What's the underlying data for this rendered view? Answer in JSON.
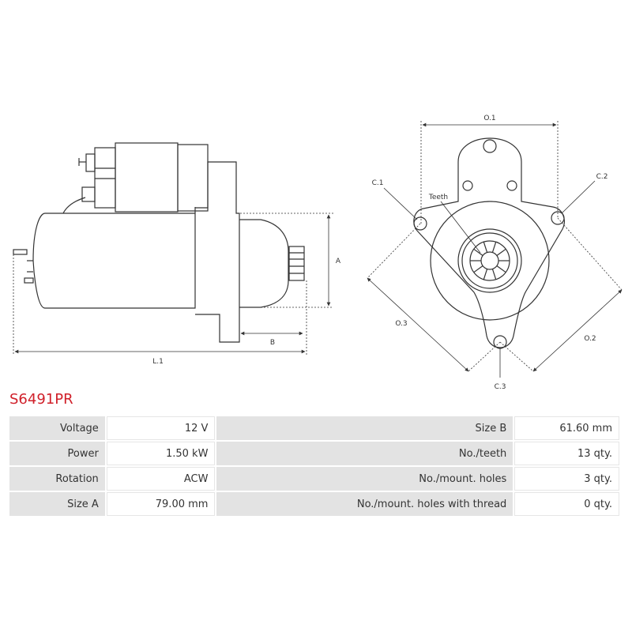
{
  "part_number": "S6491PR",
  "diagram": {
    "dimension_labels": {
      "L1": "L.1",
      "A": "A",
      "B": "B",
      "O1": "O.1",
      "O2": "O.2",
      "O3": "O.3",
      "C1": "C.1",
      "C2": "C.2",
      "C3": "C.3",
      "teeth": "Teeth"
    }
  },
  "specs": [
    {
      "left_label": "Voltage",
      "left_value": "12 V",
      "right_label": "Size B",
      "right_value": "61.60 mm"
    },
    {
      "left_label": "Power",
      "left_value": "1.50 kW",
      "right_label": "No./teeth",
      "right_value": "13 qty."
    },
    {
      "left_label": "Rotation",
      "left_value": "ACW",
      "right_label": "No./mount. holes",
      "right_value": "3 qty."
    },
    {
      "left_label": "Size A",
      "left_value": "79.00 mm",
      "right_label": "No./mount. holes with thread",
      "right_value": "0 qty."
    }
  ]
}
